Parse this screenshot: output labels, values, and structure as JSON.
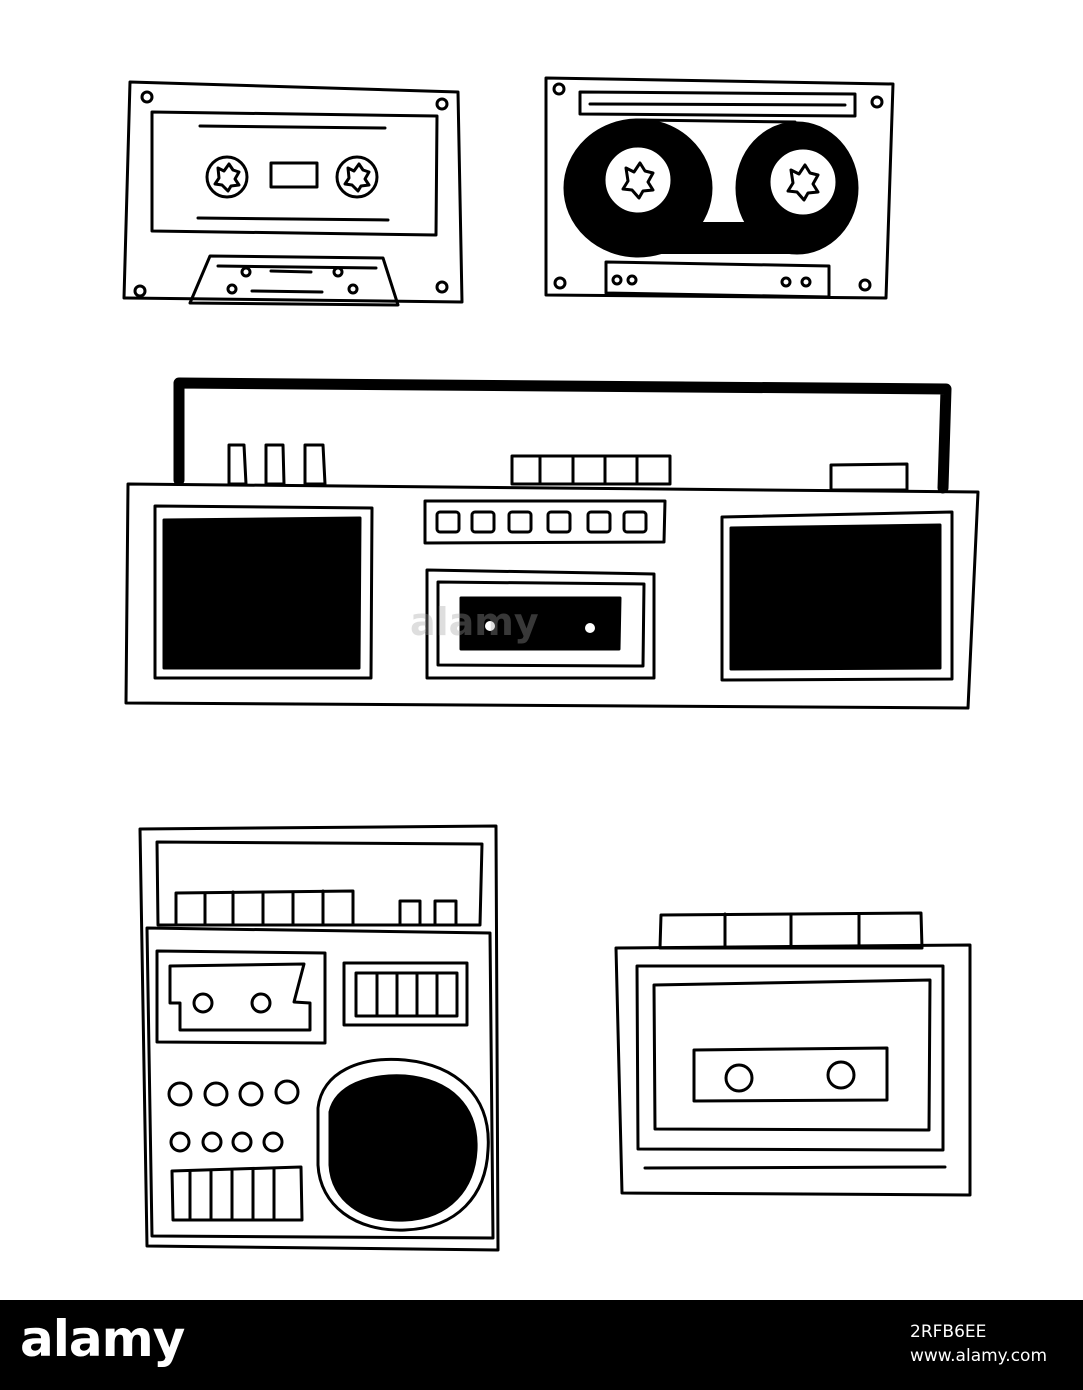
{
  "footer": {
    "logo": "alamy",
    "image_id": "2RFB6EE",
    "url": "www.alamy.com"
  },
  "watermark": "alamy",
  "colors": {
    "ink": "#000000",
    "paper": "#ffffff",
    "footer_bg": "#000000"
  }
}
